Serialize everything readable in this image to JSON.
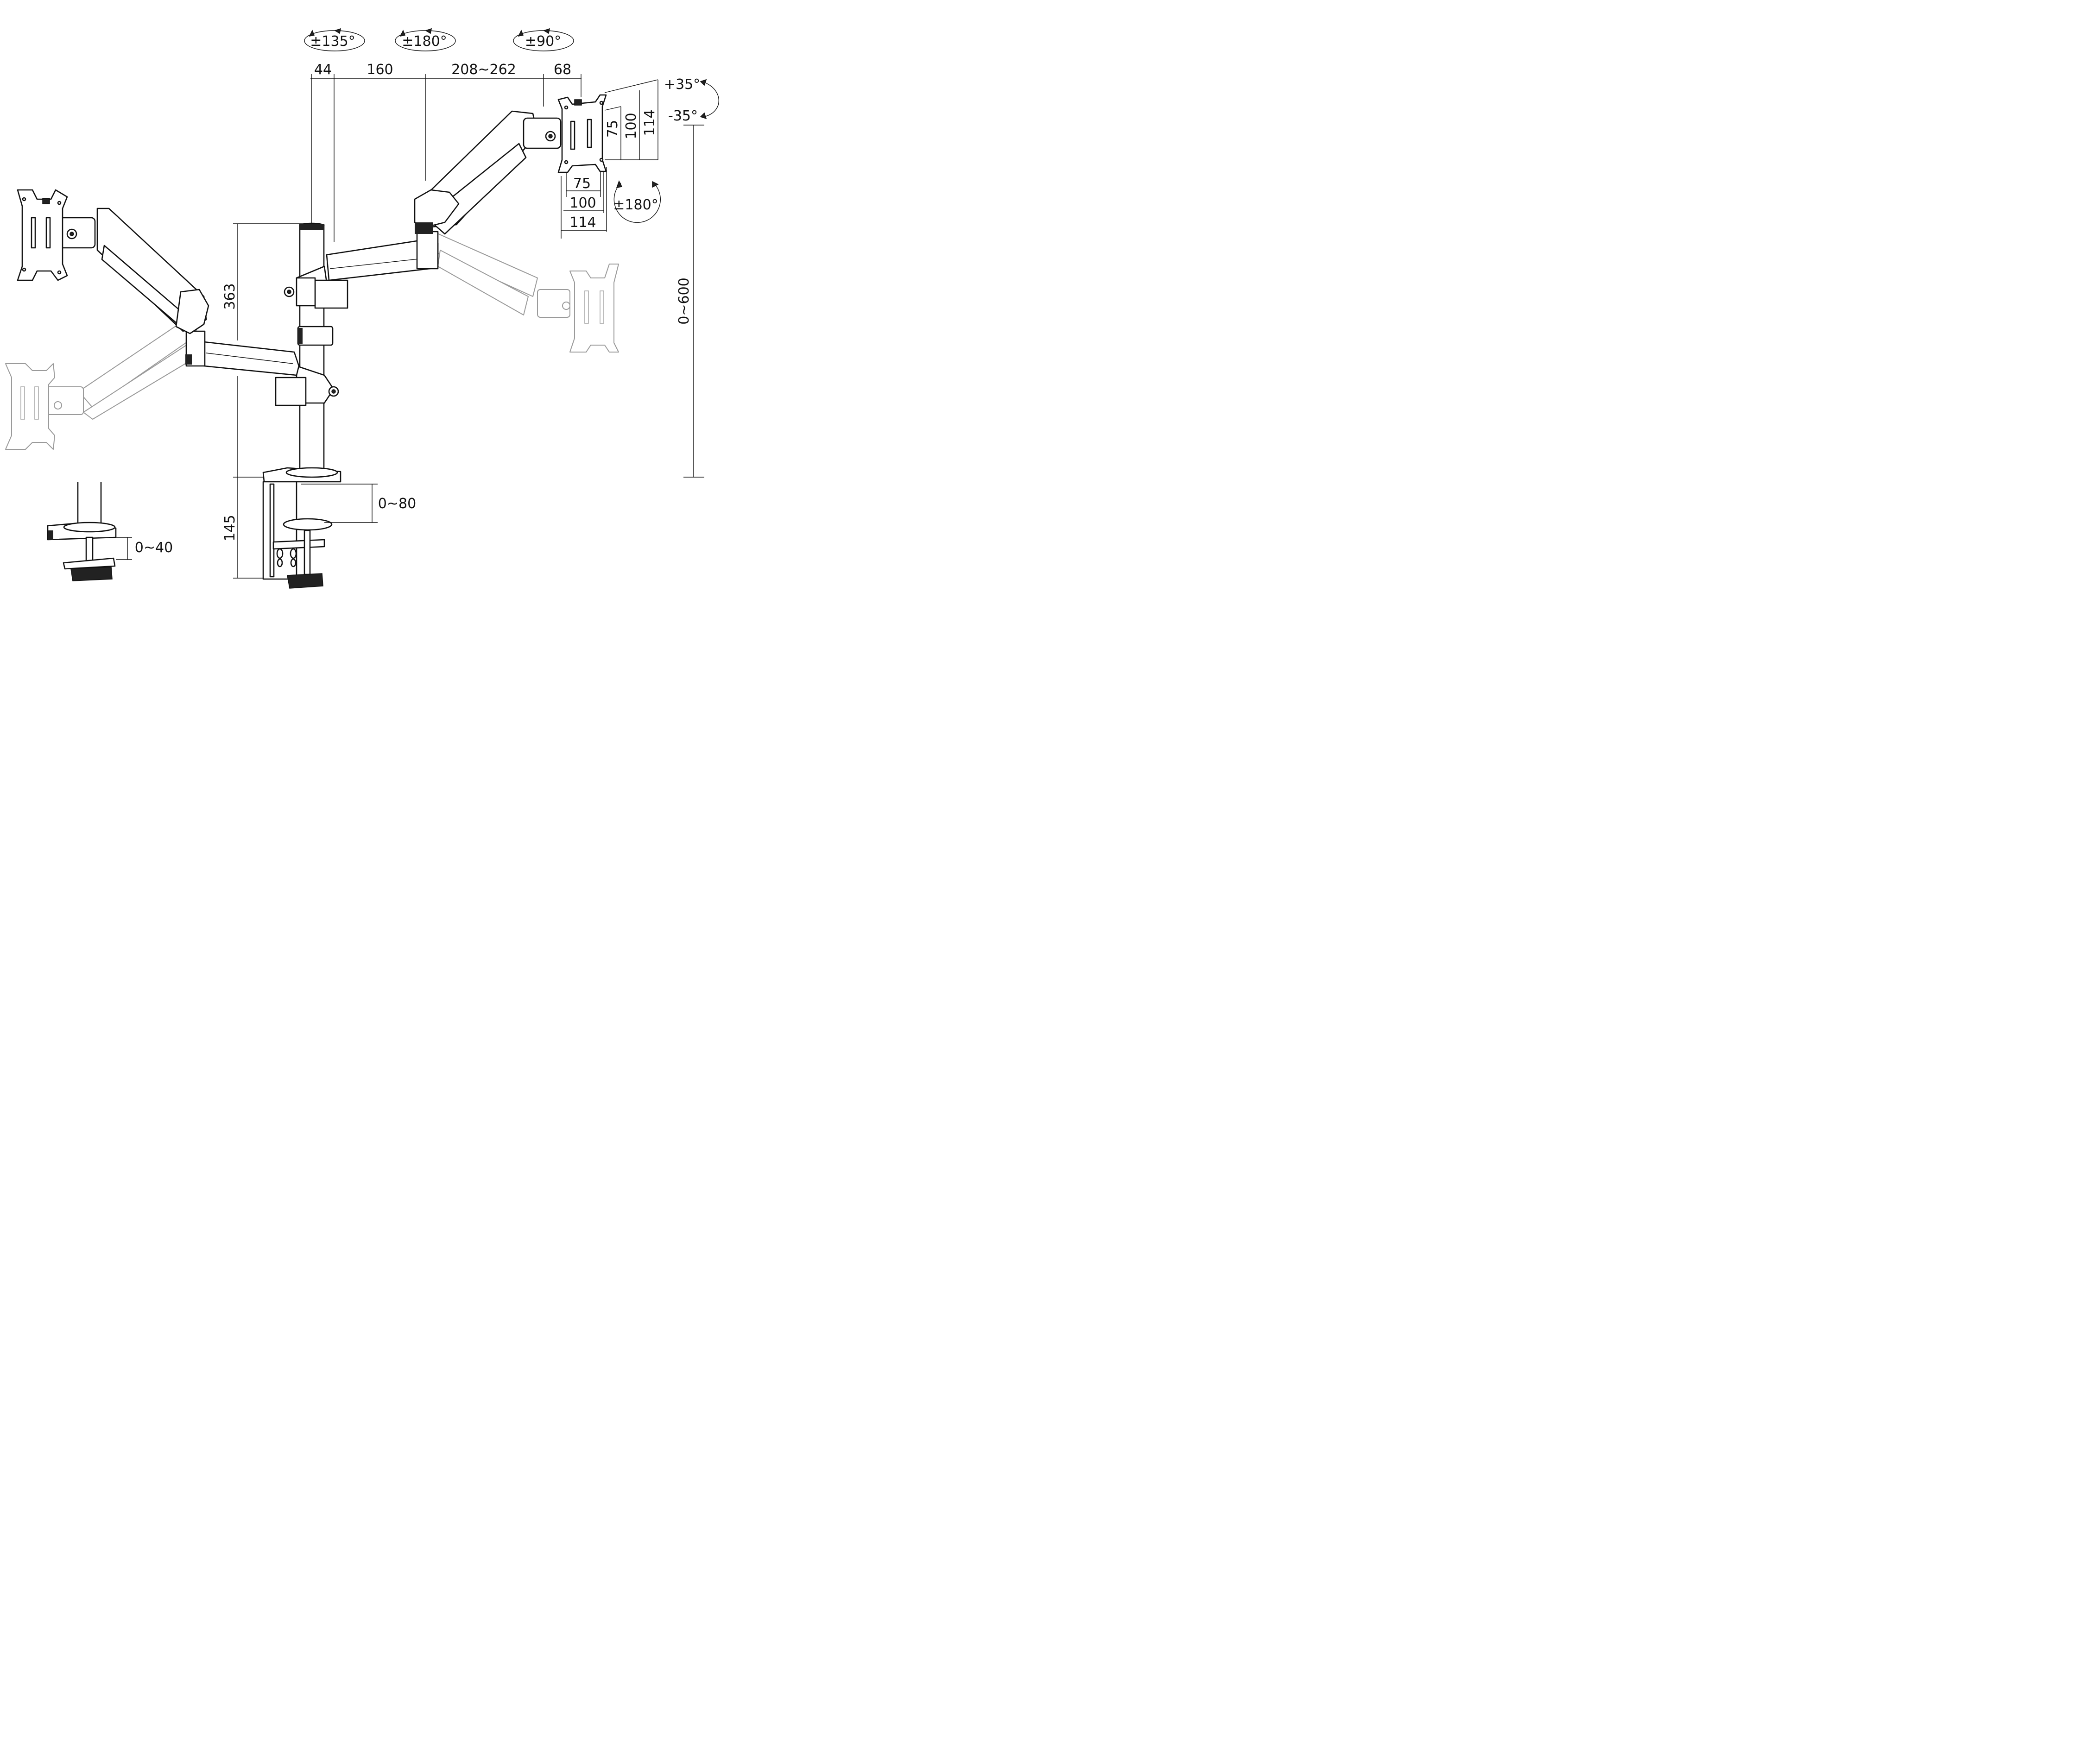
{
  "rotations": {
    "arm_base": "±135°",
    "arm_mid": "±180°",
    "head_swivel": "±90°",
    "vesa_rotation": "±180°",
    "tilt_up": "+35°",
    "tilt_down": "-35°"
  },
  "top_dimensions": {
    "pole_offset": "44",
    "lower_arm": "160",
    "upper_arm": "208~262",
    "head": "68"
  },
  "vesa": {
    "vertical": [
      "75",
      "100",
      "114"
    ],
    "horizontal": [
      "75",
      "100",
      "114"
    ]
  },
  "heights": {
    "pole_section": "363",
    "clamp_height": "145",
    "height_range": "0~600"
  },
  "clamps": {
    "desk_clamp_range": "0~80",
    "grommet_range": "0~40"
  }
}
